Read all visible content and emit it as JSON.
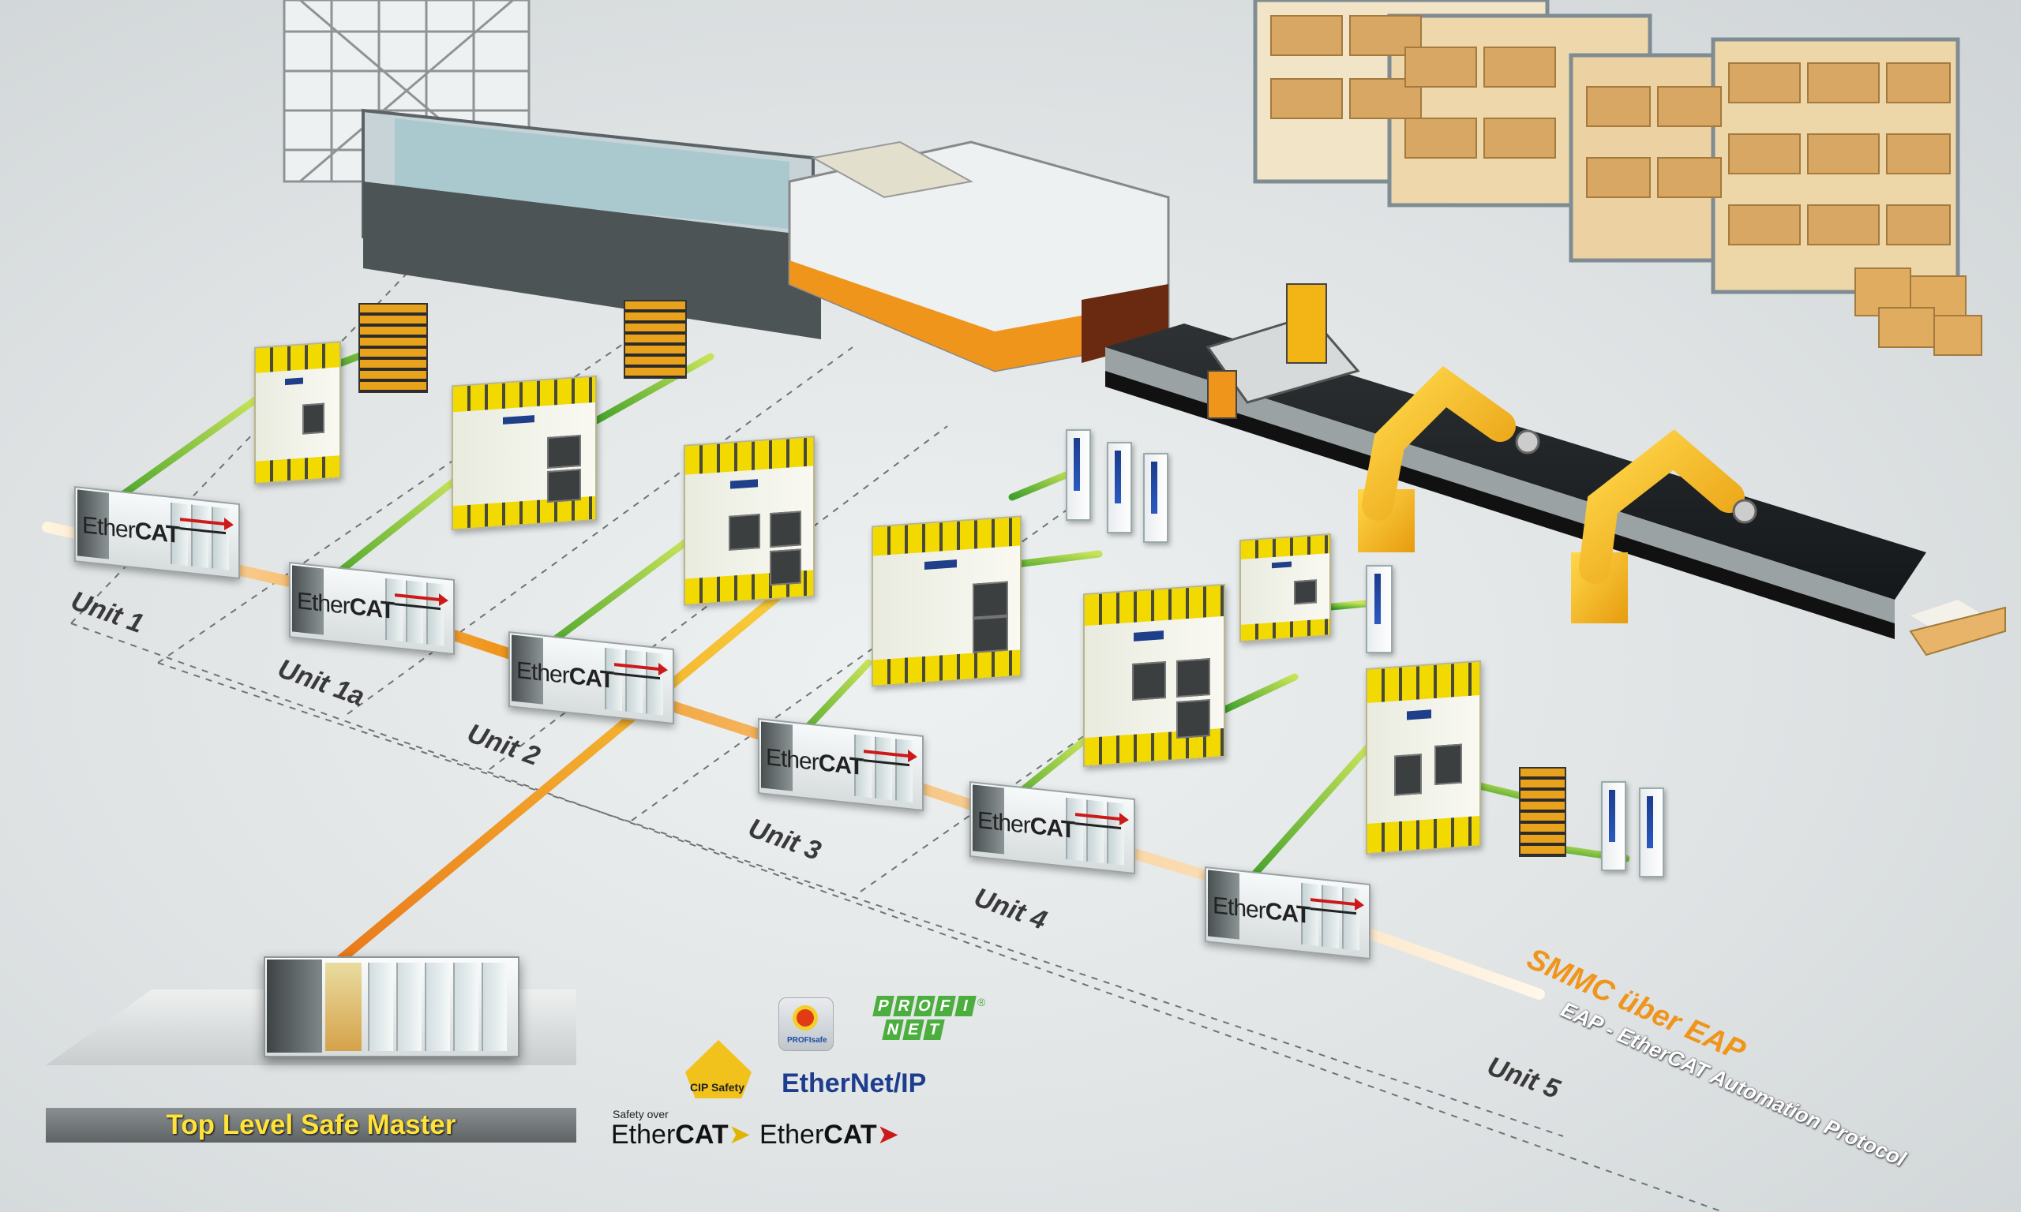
{
  "units": [
    "Unit 1",
    "Unit 1a",
    "Unit 2",
    "Unit 3",
    "Unit 4",
    "Unit 5"
  ],
  "master": {
    "label": "Top Level Safe Master"
  },
  "bus": {
    "name": "SMMC über EAP",
    "subtitle": "EAP - EtherCAT Automation Protocol"
  },
  "controller_logo": {
    "ether": "Ether",
    "cat": "CAT"
  },
  "protocols": {
    "cip_safety": "CIP Safety",
    "profisafe": "PROFIsafe",
    "profinet_top": [
      "P",
      "R",
      "O",
      "F",
      "I"
    ],
    "profinet_bottom": [
      "N",
      "E",
      "T"
    ],
    "profinet_reg": "®",
    "ethernet_ip": "EtherNet/IP",
    "ethercat_ether": "Ether",
    "ethercat_cat": "CAT",
    "safety_over": "Safety over"
  },
  "colors": {
    "bus_orange": "#f0951c",
    "link_green": "#7dc242",
    "module_yellow": "#f2d900",
    "robot_yellow": "#f3b416",
    "master_label": "#ffe23a"
  }
}
